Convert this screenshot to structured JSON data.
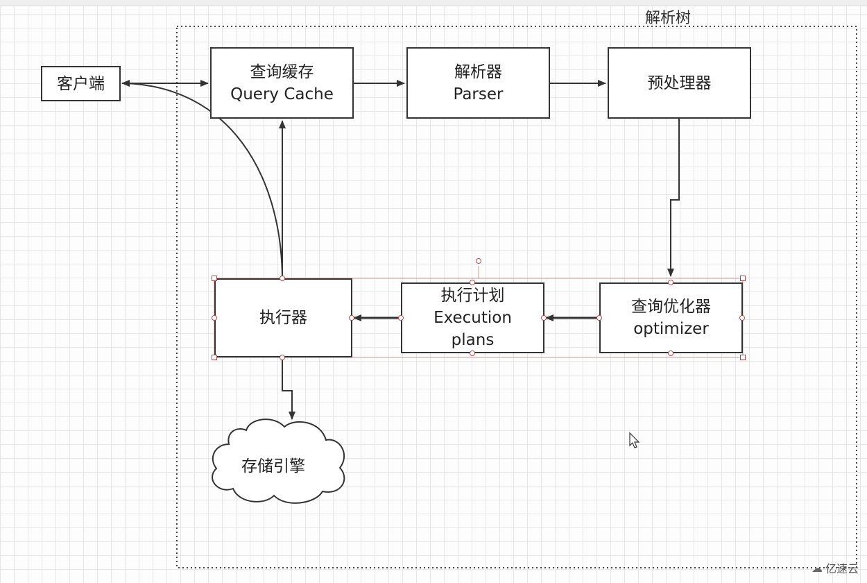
{
  "frame": {
    "label": "解析树"
  },
  "nodes": {
    "client": {
      "line1": "客户端"
    },
    "query_cache": {
      "line1": "查询缓存",
      "line2": "Query Cache"
    },
    "parser": {
      "line1": "解析器",
      "line2": "Parser"
    },
    "preprocessor": {
      "line1": "预处理器"
    },
    "optimizer": {
      "line1": "查询优化器",
      "line2": "optimizer"
    },
    "execution_plan": {
      "line1": "执行计划",
      "line2": "Execution",
      "line3": "plans"
    },
    "executor": {
      "line1": "执行器"
    },
    "storage_engine": {
      "line1": "存储引擎"
    }
  },
  "watermark": {
    "icon": "cloud-logo-icon",
    "text": "亿速云"
  },
  "colors": {
    "line": "#333333",
    "selection": "#b04a4a",
    "grid": "#e6e6e6"
  }
}
